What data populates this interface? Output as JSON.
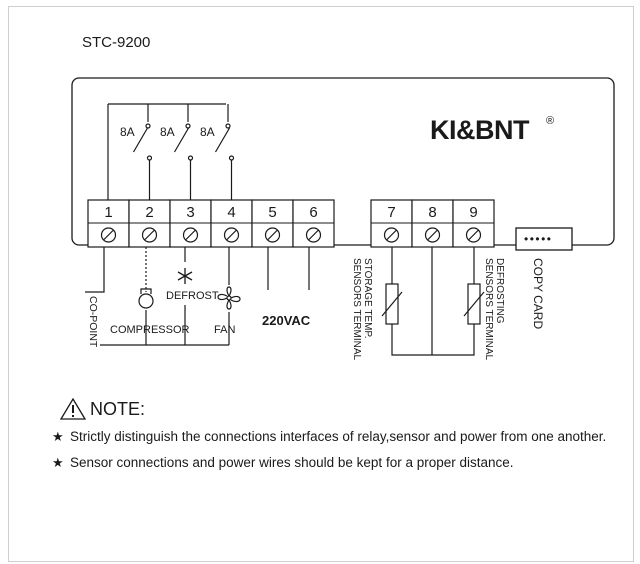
{
  "model": "STC-9200",
  "brand": {
    "text": "KI&BNT",
    "mark": "®"
  },
  "relays": [
    "8A",
    "8A",
    "8A"
  ],
  "terminals": [
    "1",
    "2",
    "3",
    "4",
    "5",
    "6",
    "7",
    "8",
    "9"
  ],
  "labels": {
    "co_point": "CO-POINT",
    "compressor": "COMPRESSOR",
    "defrost": "DEFROST",
    "fan": "FAN",
    "power": "220VAC",
    "storage_line1": "STORAGE TEMP.",
    "storage_line2": "SENSORS TERMINAL",
    "defrost_line1": "DEFROSTING",
    "defrost_line2": "SENSORS TERMINAL",
    "copy_card": "COPY CARD",
    "copy_card_dots": "•••••"
  },
  "note": {
    "title": "NOTE:",
    "bullet": "★",
    "items": [
      "Strictly distinguish the connections interfaces of relay,sensor and power from one another.",
      "Sensor connections and power wires should be kept for a proper distance."
    ]
  },
  "colors": {
    "line": "#1a1a1a",
    "frame": "#cfcfcf"
  }
}
